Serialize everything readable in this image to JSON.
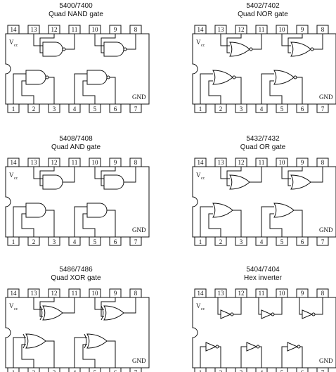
{
  "chips": [
    {
      "title_line1": "5400/7400",
      "title_line2": "Quad NAND gate",
      "gate_type": "nand"
    },
    {
      "title_line1": "5402/7402",
      "title_line2": "Quad NOR gate",
      "gate_type": "nor"
    },
    {
      "title_line1": "5408/7408",
      "title_line2": "Quad AND gate",
      "gate_type": "and"
    },
    {
      "title_line1": "5432/7432",
      "title_line2": "Quad OR gate",
      "gate_type": "or"
    },
    {
      "title_line1": "5486/7486",
      "title_line2": "Quad XOR gate",
      "gate_type": "xor"
    },
    {
      "title_line1": "5404/7404",
      "title_line2": "Hex inverter",
      "gate_type": "not"
    }
  ],
  "pins_top": [
    "14",
    "13",
    "12",
    "11",
    "10",
    "9",
    "8"
  ],
  "pins_bottom": [
    "1",
    "2",
    "3",
    "4",
    "5",
    "6",
    "7"
  ],
  "vcc_label": "V",
  "vcc_subscript": "cc",
  "gnd_label": "GND"
}
